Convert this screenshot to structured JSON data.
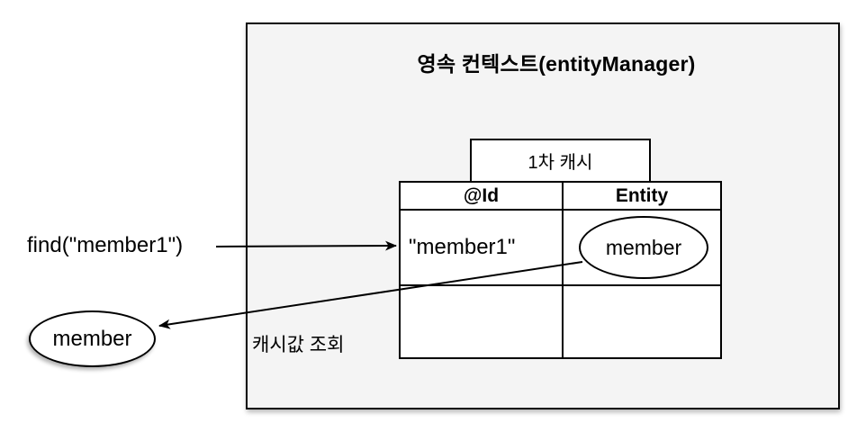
{
  "diagram": {
    "title": "영속 컨텍스트(entityManager)",
    "cache_label": "1차 캐시",
    "find_call_label": "find(\"member1\")",
    "lookup_label": "캐시값 조회",
    "result_entity_label": "member",
    "table": {
      "columns": [
        "@Id",
        "Entity"
      ],
      "rows": [
        {
          "id": "\"member1\"",
          "entity": "member"
        },
        {
          "id": "",
          "entity": ""
        }
      ]
    },
    "colors": {
      "outer_fill": "#f4f4f4",
      "cell_fill": "#ffffff",
      "line": "#000000"
    }
  }
}
